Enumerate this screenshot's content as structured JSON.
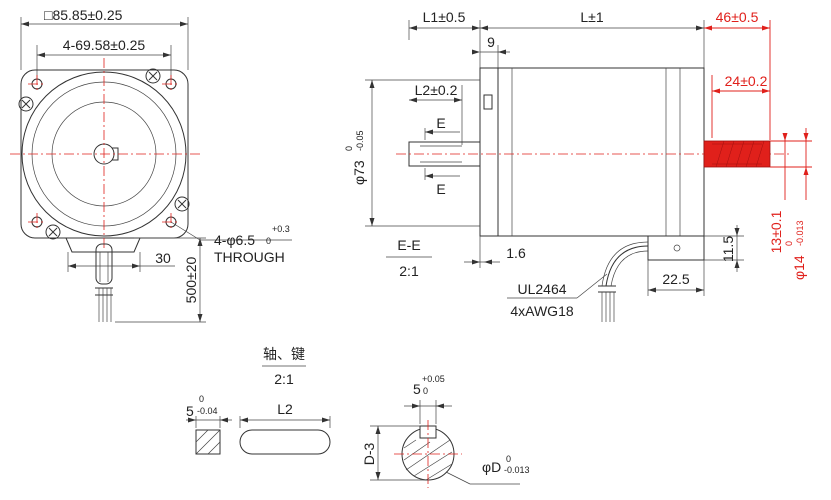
{
  "front_view": {
    "square_size": "85.85±0.25",
    "hole_pitch": "4-69.58±0.25",
    "hole_dia_main": "4-φ6.5",
    "hole_tol_upper": "+0.3",
    "hole_tol_lower": "0",
    "hole_note": "THROUGH",
    "cable_width": "30",
    "cable_length": "500±20"
  },
  "side_view": {
    "L1": "L1±0.5",
    "L": "L±1",
    "shaft_len": "46±0.5",
    "key_len": "24±0.2",
    "flange_step": "9",
    "L2": "L2±0.2",
    "section_mark": "E",
    "body_dia_main": "φ73",
    "body_dia_tol_upper": "0",
    "body_dia_tol_lower": "-0.05",
    "pilot_height": "1.6",
    "section_title": "E-E",
    "section_scale": "2:1",
    "cable_type": "UL2464",
    "cable_spec": "4xAWG18",
    "connector_height": "11.5",
    "connector_len": "22.5",
    "key_height": "13±0.1",
    "shaft_dia_main": "φ14",
    "shaft_dia_tol_upper": "0",
    "shaft_dia_tol_lower": "-0.013"
  },
  "shaft_key_view": {
    "title": "轴、键",
    "scale": "2:1",
    "key_width_main": "5",
    "key_width_upper": "0",
    "key_width_lower": "-0.04",
    "key_length": "L2",
    "slot_width_main": "5",
    "slot_width_upper": "+0.05",
    "slot_width_lower": "0",
    "flat_depth": "D-3",
    "shaft_d_main": "φD",
    "shaft_d_upper": "0",
    "shaft_d_lower": "-0.013"
  },
  "colors": {
    "highlight": "#e0201b",
    "line": "#333333"
  }
}
